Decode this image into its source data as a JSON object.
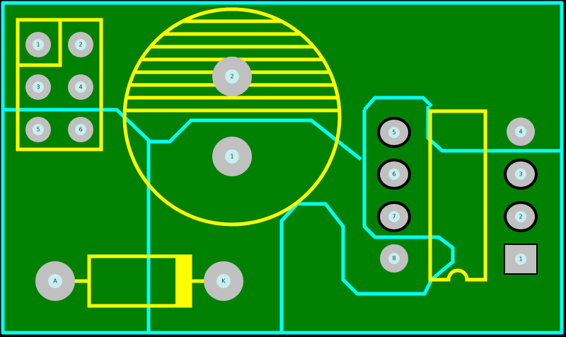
{
  "colors": {
    "background": "#000000",
    "copper": "#008000",
    "trace": "#00ffff",
    "silkscreen": "#ffff00",
    "pad": "#c0c0c0",
    "drill": "#c8eef0",
    "label": "#333333"
  },
  "components": {
    "connector_6pin": {
      "pads": [
        "1",
        "2",
        "3",
        "4",
        "5",
        "6"
      ]
    },
    "capacitor": {
      "pads": [
        "2",
        "1"
      ]
    },
    "ic_8pin": {
      "pads": [
        "5",
        "6",
        "7",
        "8"
      ]
    },
    "header_4pin": {
      "pads": [
        "4",
        "3",
        "2",
        "1"
      ]
    },
    "diode": {
      "anode": "A",
      "cathode": "K"
    }
  }
}
